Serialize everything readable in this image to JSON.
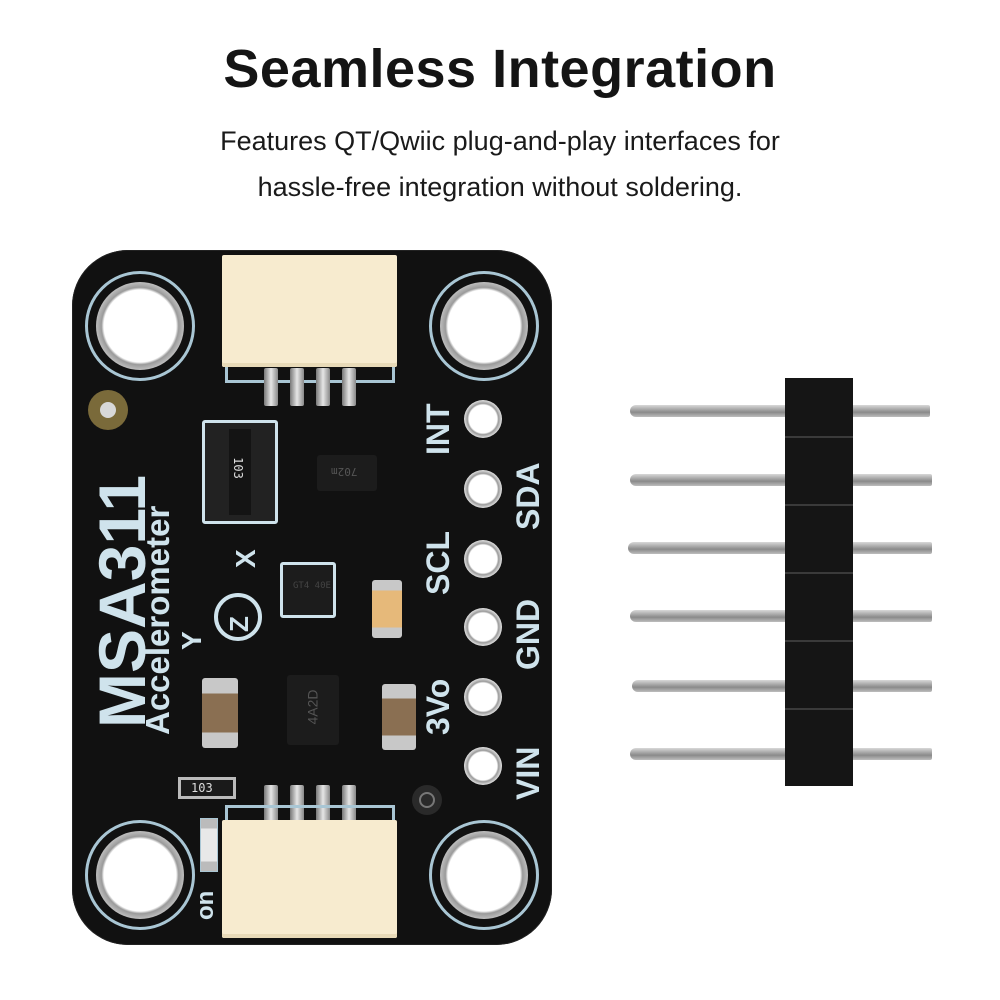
{
  "heading": {
    "title": "Seamless Integration",
    "subtitle_line1": "Features QT/Qwiic plug-and-play interfaces for",
    "subtitle_line2": "hassle-free integration without soldering."
  },
  "board": {
    "model": "MSA311",
    "name": "Accelerometer",
    "axes": {
      "x": "X",
      "y": "Y",
      "z": "Z"
    },
    "power_led_label": "on",
    "resistor_array_marking": "103",
    "resistor_marking": "103",
    "ic_markings": {
      "regulator": "4A2D",
      "level_shifter": "702m",
      "sensor": "GT4 40E"
    },
    "pins": [
      {
        "label": "INT"
      },
      {
        "label": "SDA"
      },
      {
        "label": "SCL"
      },
      {
        "label": "GND"
      },
      {
        "label": "3Vo"
      },
      {
        "label": "VIN"
      }
    ],
    "connectors": [
      "top-stemma-qt-connector",
      "bottom-stemma-qt-connector"
    ]
  },
  "header_strip": {
    "pin_count": 6
  },
  "colors": {
    "pcb": "#111111",
    "silkscreen": "#cfe3ec",
    "connector": "#f7ebcf",
    "text": "#141414"
  }
}
